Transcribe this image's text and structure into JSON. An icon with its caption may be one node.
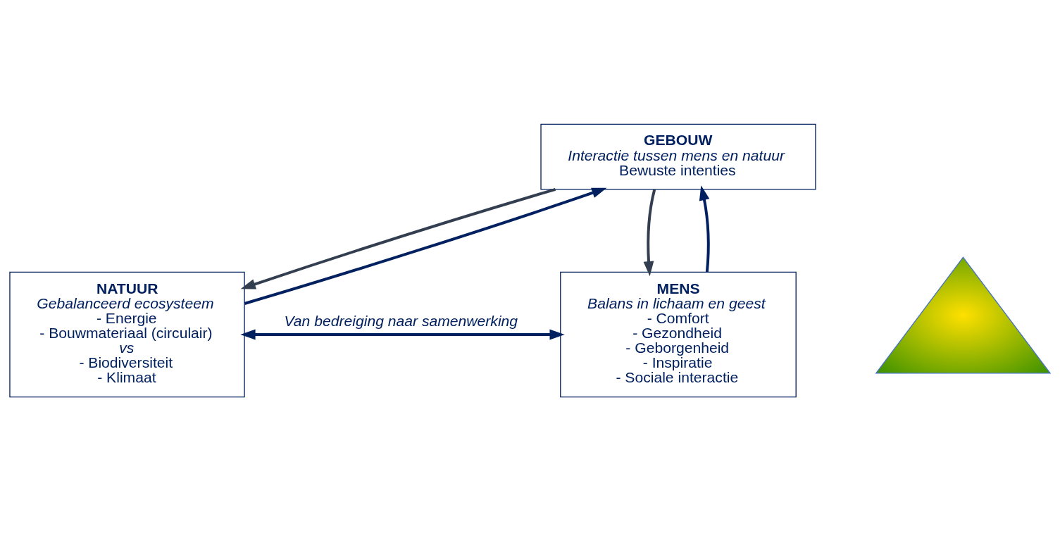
{
  "diagram": {
    "nodes": [
      {
        "text": [
          "GEBOUW",
          "Interactie tussen mens en natuur",
          "Bewuste intenties"
        ]
      },
      {
        "text": [
          "NATUUR",
          "Gebalanceerd ecosysteem",
          "- Energie",
          "- Bouwmateriaal (circulair)",
          "vs",
          "- Biodiversiteit",
          "- Klimaat"
        ]
      },
      {
        "text": [
          "MENS",
          "Balans in lichaam en geest",
          "- Comfort",
          "- Gezondheid",
          "- Geborgenheid",
          "- Inspiratie",
          "- Sociale interactie"
        ]
      },
      {
        "text": [],
        "shape": "triangle"
      }
    ],
    "edges": [
      {
        "from": 0,
        "to": 1,
        "arrow": "to",
        "color": "#333f50"
      },
      {
        "from": 0,
        "to": 2,
        "arrow": "to",
        "color": "#333f50"
      },
      {
        "from": 1,
        "to": 0,
        "arrow": "to"
      },
      {
        "from": 2,
        "to": 0,
        "arrow": "to"
      },
      {
        "from": 1,
        "to": 2,
        "arrow": "both",
        "label": "Van bedreiging naar samenwerking"
      }
    ]
  }
}
